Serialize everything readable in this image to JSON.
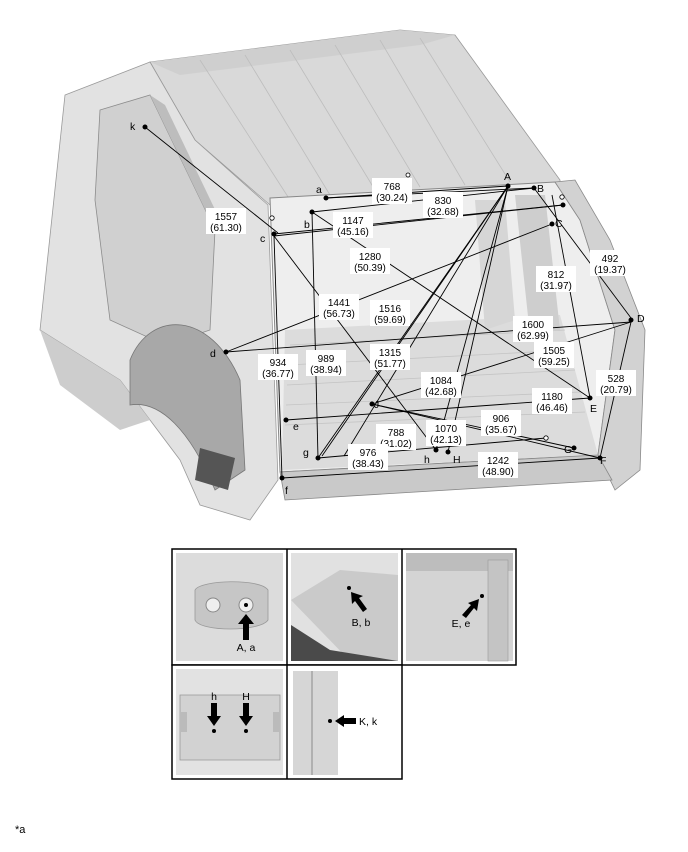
{
  "points": [
    {
      "id": "A",
      "label": "A"
    },
    {
      "id": "a",
      "label": "a"
    },
    {
      "id": "B",
      "label": "B"
    },
    {
      "id": "b",
      "label": "b"
    },
    {
      "id": "C",
      "label": "C"
    },
    {
      "id": "c",
      "label": "c"
    },
    {
      "id": "D",
      "label": "D"
    },
    {
      "id": "d",
      "label": "d"
    },
    {
      "id": "E",
      "label": "E"
    },
    {
      "id": "e",
      "label": "e"
    },
    {
      "id": "F",
      "label": "F"
    },
    {
      "id": "f",
      "label": "f"
    },
    {
      "id": "G",
      "label": "G"
    },
    {
      "id": "g",
      "label": "g"
    },
    {
      "id": "H",
      "label": "H"
    },
    {
      "id": "h",
      "label": "h"
    },
    {
      "id": "J",
      "label": "J"
    },
    {
      "id": "k",
      "label": "k"
    }
  ],
  "dimensions": [
    {
      "mm": "768",
      "inch": "(30.24)"
    },
    {
      "mm": "830",
      "inch": "(32.68)"
    },
    {
      "mm": "1147",
      "inch": "(45.16)"
    },
    {
      "mm": "1280",
      "inch": "(50.39)"
    },
    {
      "mm": "1557",
      "inch": "(61.30)"
    },
    {
      "mm": "492",
      "inch": "(19.37)"
    },
    {
      "mm": "812",
      "inch": "(31.97)"
    },
    {
      "mm": "1441",
      "inch": "(56.73)"
    },
    {
      "mm": "1516",
      "inch": "(59.69)"
    },
    {
      "mm": "1600",
      "inch": "(62.99)"
    },
    {
      "mm": "1505",
      "inch": "(59.25)"
    },
    {
      "mm": "934",
      "inch": "(36.77)"
    },
    {
      "mm": "989",
      "inch": "(38.94)"
    },
    {
      "mm": "1315",
      "inch": "(51.77)"
    },
    {
      "mm": "1084",
      "inch": "(42.68)"
    },
    {
      "mm": "528",
      "inch": "(20.79)"
    },
    {
      "mm": "1180",
      "inch": "(46.46)"
    },
    {
      "mm": "906",
      "inch": "(35.67)"
    },
    {
      "mm": "788",
      "inch": "(31.02)"
    },
    {
      "mm": "1070",
      "inch": "(42.13)"
    },
    {
      "mm": "976",
      "inch": "(38.43)"
    },
    {
      "mm": "1242",
      "inch": "(48.90)"
    }
  ],
  "details": [
    {
      "label": "A, a"
    },
    {
      "label": "B, b"
    },
    {
      "label": "E, e"
    },
    {
      "label_h": "h",
      "label_H": "H"
    },
    {
      "label": "K, k"
    }
  ],
  "footnote": "*a",
  "colors": {
    "line": "#000000",
    "body_light": "#e4e4e4",
    "body_mid": "#c8c8c8",
    "body_dark": "#8a8a8a"
  }
}
